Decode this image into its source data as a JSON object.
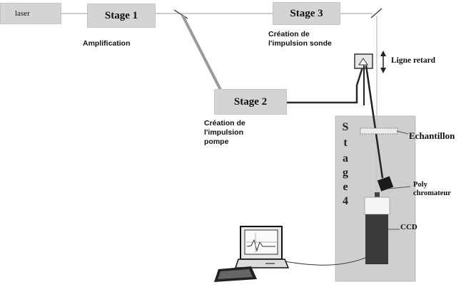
{
  "boxes": {
    "laser": "laser",
    "stage1": "Stage 1",
    "stage2": "Stage 2",
    "stage3": "Stage 3"
  },
  "labels": {
    "amplification": "Amplification",
    "probe_line1": "Création de",
    "probe_line2": "l'impulsion sonde",
    "pump_line1": "Création de",
    "pump_line2": "l'impulsion",
    "pump_line3": "pompe",
    "delay_line": "Ligne retard",
    "sample": "Echantillon",
    "poly_line1": "Poly",
    "poly_line2": "chromateur",
    "ccd": "CCD"
  },
  "stage4_letters": [
    "S",
    "t",
    "a",
    "g",
    "e",
    "4"
  ]
}
